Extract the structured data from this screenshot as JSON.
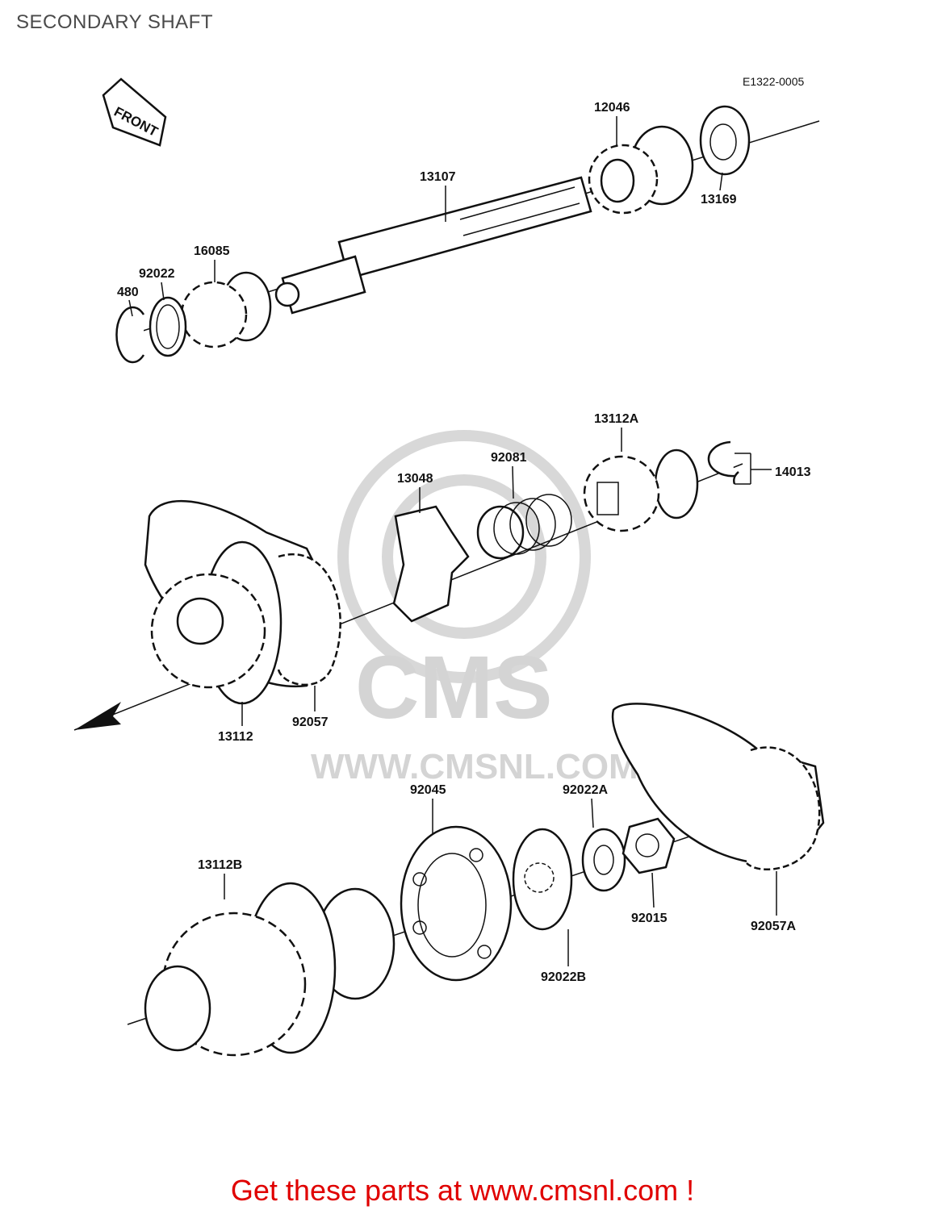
{
  "title": "SECONDARY SHAFT",
  "diagram_code": "E1322-0005",
  "front_marker": "FRONT",
  "watermark": {
    "brand": "CMS",
    "url": "WWW.CMSNL.COM"
  },
  "parts": [
    {
      "id": "12046"
    },
    {
      "id": "13169"
    },
    {
      "id": "13107"
    },
    {
      "id": "16085"
    },
    {
      "id": "92022"
    },
    {
      "id": "480"
    },
    {
      "id": "13112A"
    },
    {
      "id": "14013"
    },
    {
      "id": "92081"
    },
    {
      "id": "13048"
    },
    {
      "id": "13112"
    },
    {
      "id": "92057"
    },
    {
      "id": "92045"
    },
    {
      "id": "92022A"
    },
    {
      "id": "13112B"
    },
    {
      "id": "92015"
    },
    {
      "id": "92057A"
    },
    {
      "id": "92022B"
    }
  ],
  "footer": "Get these parts at www.cmsnl.com !"
}
